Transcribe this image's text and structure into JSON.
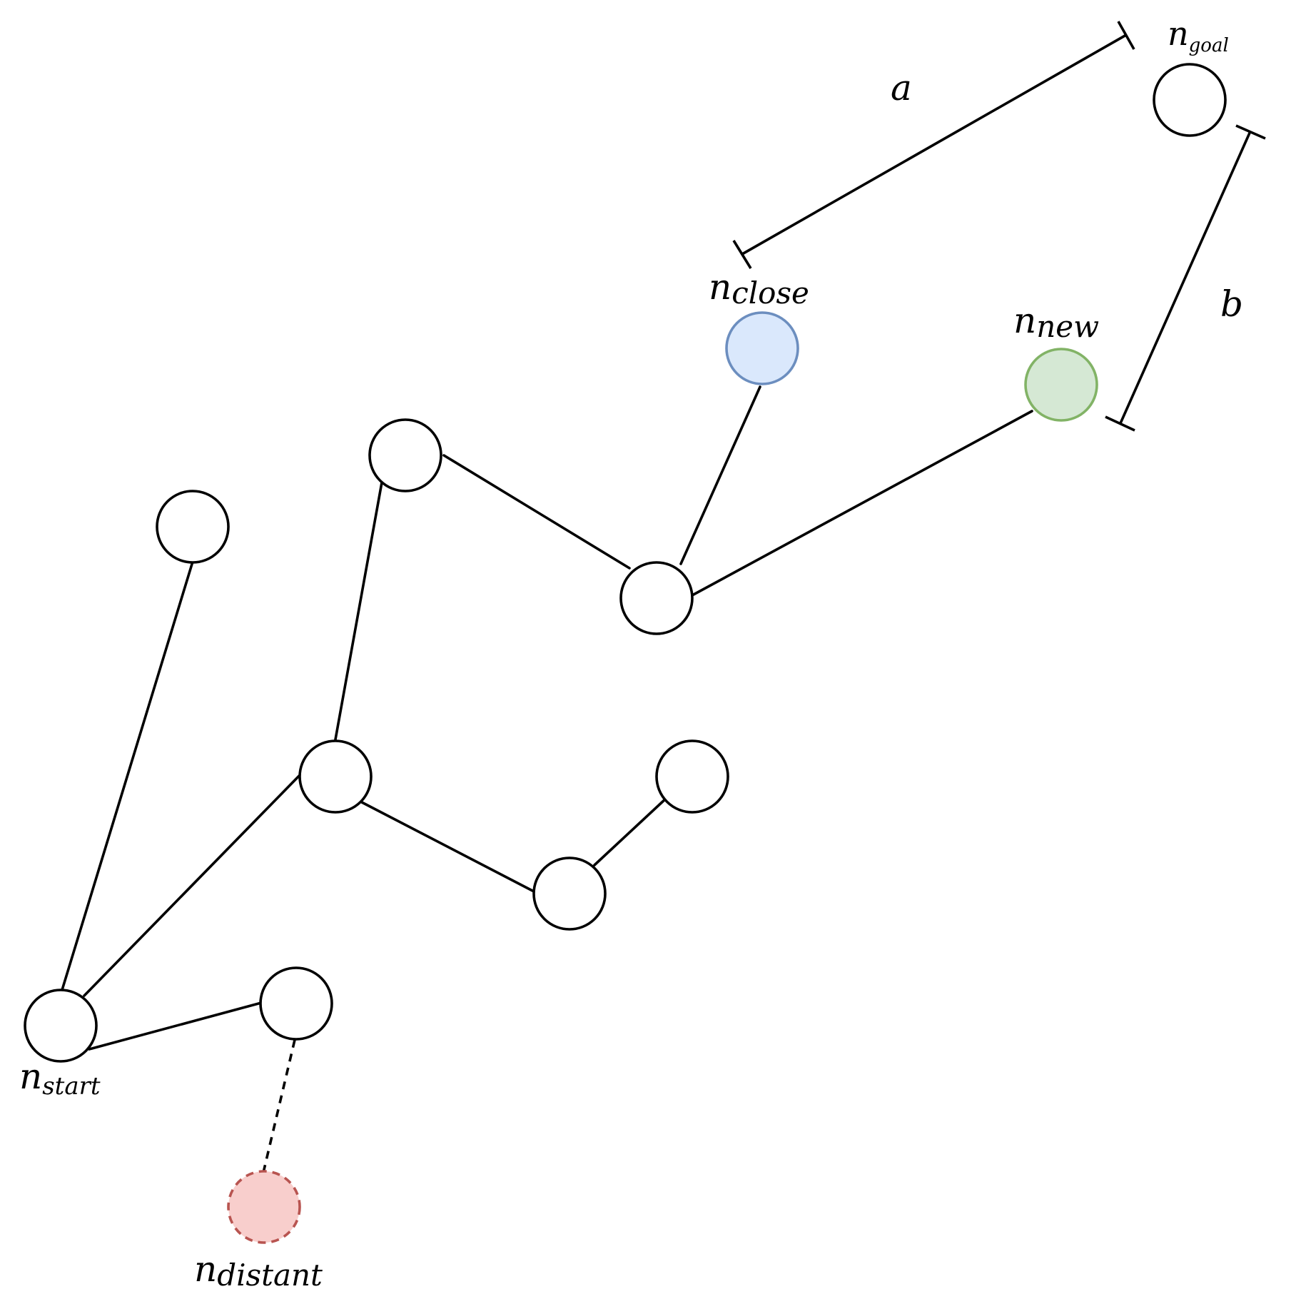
{
  "labels": {
    "start": {
      "base": "n",
      "sub": "start"
    },
    "goal": {
      "base": "n",
      "sub": "goal"
    },
    "close": {
      "base": "n",
      "sub": "close"
    },
    "new": {
      "base": "n",
      "sub": "new"
    },
    "distant": {
      "base": "n",
      "sub": "distant"
    },
    "dim_a": "a",
    "dim_b": "b"
  },
  "colors": {
    "plain_fill": "#ffffff",
    "plain_stroke": "#000000",
    "close_fill": "#dae8fc",
    "close_stroke": "#6c8ebf",
    "new_fill": "#d5e8d4",
    "new_stroke": "#82b366",
    "distant_fill": "#f8cecc",
    "distant_stroke": "#b85450"
  }
}
